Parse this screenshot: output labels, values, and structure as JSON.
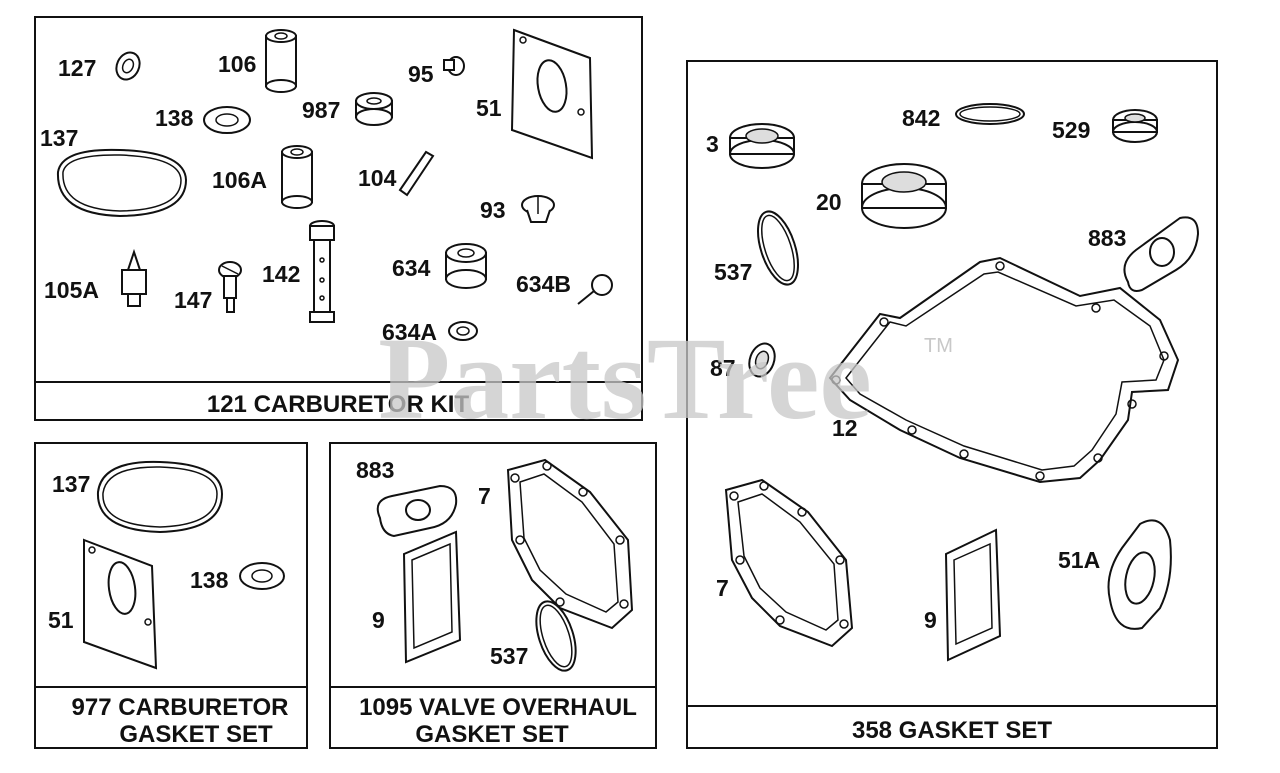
{
  "watermark": {
    "text": "PartsTree",
    "tm": "TM"
  },
  "panels": {
    "carb_kit": {
      "title": "121 CARBURETOR KIT",
      "labels": [
        "127",
        "106",
        "95",
        "138",
        "987",
        "51",
        "137",
        "106A",
        "104",
        "93",
        "634",
        "105A",
        "147",
        "142",
        "634B",
        "634A"
      ]
    },
    "carb_gasket": {
      "title_line1": "977 CARBURETOR",
      "title_line2": "GASKET SET",
      "labels": [
        "137",
        "138",
        "51"
      ]
    },
    "valve_overhaul": {
      "title_line1": "1095 VALVE OVERHAUL",
      "title_line2": "GASKET SET",
      "labels": [
        "883",
        "7",
        "9",
        "537"
      ]
    },
    "gasket_set": {
      "title": "358 GASKET SET",
      "labels": [
        "3",
        "842",
        "529",
        "20",
        "883",
        "537",
        "87",
        "12",
        "7",
        "9",
        "51A"
      ]
    }
  }
}
